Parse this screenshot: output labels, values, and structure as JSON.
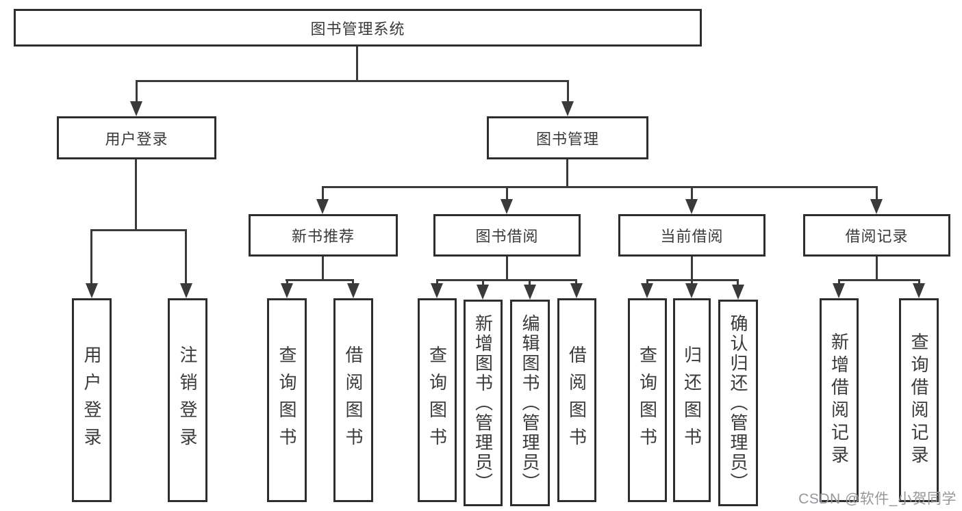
{
  "diagram": {
    "title": "图书管理系统",
    "type": "hierarchy-tree",
    "nodes": {
      "root": {
        "label": "图书管理系统",
        "children": [
          "user_login",
          "book_mgmt"
        ]
      },
      "user_login": {
        "label": "用户登录",
        "children": [
          "leaf_user_login",
          "leaf_logout"
        ]
      },
      "book_mgmt": {
        "label": "图书管理",
        "children": [
          "new_book_rec",
          "book_borrow",
          "current_borrow",
          "borrow_records"
        ]
      },
      "new_book_rec": {
        "label": "新书推荐",
        "children": [
          "leaf_query_book_1",
          "leaf_borrow_book_1"
        ]
      },
      "book_borrow": {
        "label": "图书借阅",
        "children": [
          "leaf_query_book_2",
          "leaf_add_book",
          "leaf_edit_book",
          "leaf_borrow_book_2"
        ]
      },
      "current_borrow": {
        "label": "当前借阅",
        "children": [
          "leaf_query_book_3",
          "leaf_return_book",
          "leaf_confirm_return"
        ]
      },
      "borrow_records": {
        "label": "借阅记录",
        "children": [
          "leaf_add_record",
          "leaf_query_record"
        ]
      },
      "leaf_user_login": {
        "label": "用户登录"
      },
      "leaf_logout": {
        "label": "注销登录"
      },
      "leaf_query_book_1": {
        "label": "查询图书"
      },
      "leaf_borrow_book_1": {
        "label": "借阅图书"
      },
      "leaf_query_book_2": {
        "label": "查询图书"
      },
      "leaf_add_book": {
        "label": "新增图书（管理员）"
      },
      "leaf_edit_book": {
        "label": "编辑图书（管理员）"
      },
      "leaf_borrow_book_2": {
        "label": "借阅图书"
      },
      "leaf_query_book_3": {
        "label": "查询图书"
      },
      "leaf_return_book": {
        "label": "归还图书"
      },
      "leaf_confirm_return": {
        "label": "确认归还（管理员）"
      },
      "leaf_add_record": {
        "label": "新增借阅记录"
      },
      "leaf_query_record": {
        "label": "查询借阅记录"
      }
    },
    "watermark": {
      "text": "CSDN @软件_小贺同学"
    },
    "colors": {
      "line": "#3a3a3a",
      "border": "#2d2d2d",
      "text": "#3a3a3a",
      "watermark": "#95979a",
      "background": "#ffffff"
    }
  }
}
